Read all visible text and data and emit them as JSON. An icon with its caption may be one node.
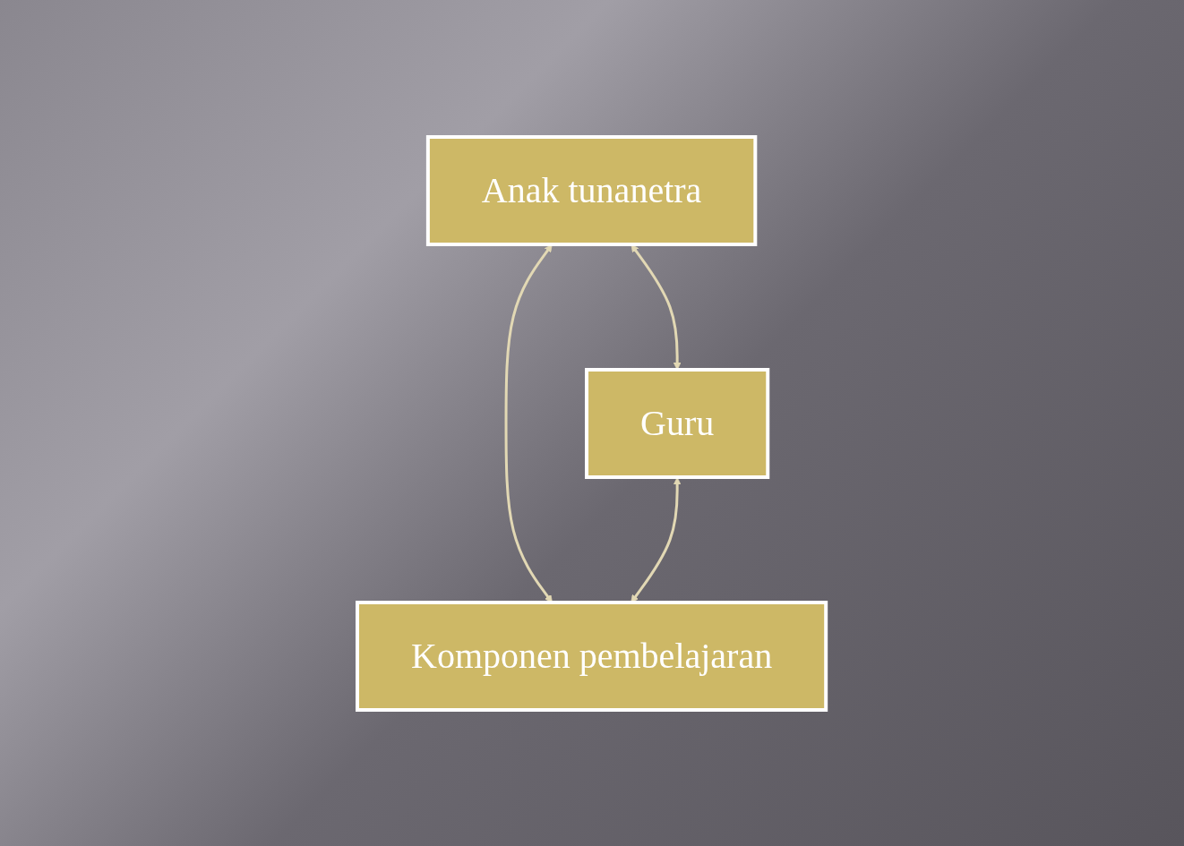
{
  "diagram": {
    "nodes": [
      {
        "text": [
          "Anak tunanetra"
        ]
      },
      {
        "text": [
          "Guru"
        ]
      },
      {
        "text": [
          "Komponen pembelajaran"
        ]
      }
    ],
    "edges": [
      {
        "from": 0,
        "to": 1,
        "arrow": "both"
      },
      {
        "from": 0,
        "to": 2,
        "arrow": "both"
      },
      {
        "from": 1,
        "to": 2,
        "arrow": "both"
      }
    ]
  }
}
